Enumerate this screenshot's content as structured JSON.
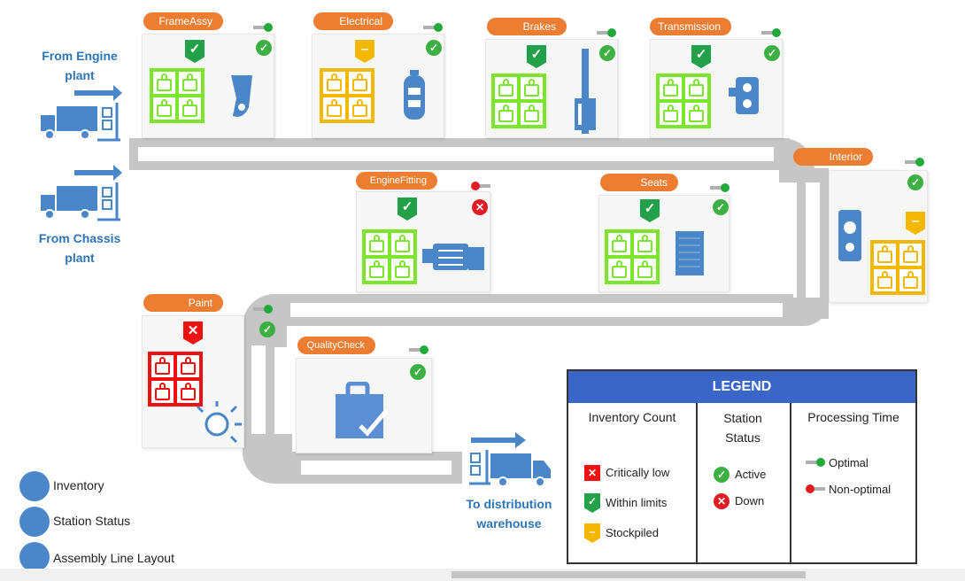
{
  "sources": {
    "engine": [
      "From Engine",
      "plant"
    ],
    "chassis": [
      "From Chassis",
      "plant"
    ],
    "destination": [
      "To distribution",
      "warehouse"
    ]
  },
  "stations": [
    {
      "id": "frameassy",
      "name": "FrameAssy",
      "inventory": "within-limits",
      "status": "active",
      "processing": "optimal",
      "icon": "frame-part-icon"
    },
    {
      "id": "electrical",
      "name": "Electrical",
      "inventory": "stockpiled",
      "status": "active",
      "processing": "optimal",
      "icon": "battery-icon"
    },
    {
      "id": "brakes",
      "name": "Brakes",
      "inventory": "within-limits",
      "status": "active",
      "processing": "optimal",
      "icon": "brake-part-icon"
    },
    {
      "id": "transmission",
      "name": "Transmission",
      "inventory": "within-limits",
      "status": "active",
      "processing": "optimal",
      "icon": "gearbox-icon"
    },
    {
      "id": "interior",
      "name": "Interior",
      "inventory": "stockpiled",
      "status": "active",
      "processing": "optimal",
      "icon": "steering-icon"
    },
    {
      "id": "enginefitting",
      "name": "EngineFitting",
      "inventory": "within-limits",
      "status": "down",
      "processing": "non-optimal",
      "icon": "engine-icon"
    },
    {
      "id": "seats",
      "name": "Seats",
      "inventory": "within-limits",
      "status": "active",
      "processing": "optimal",
      "icon": "seat-icon"
    },
    {
      "id": "paint",
      "name": "Paint",
      "inventory": "critically-low",
      "status": "active",
      "processing": "optimal",
      "icon": "paint-lamp-icon"
    },
    {
      "id": "qualitycheck",
      "name": "QualityCheck",
      "inventory": "none",
      "status": "active",
      "processing": "optimal",
      "icon": "quality-bag-icon"
    }
  ],
  "legend": {
    "title": "LEGEND",
    "inventory_header": "Inventory Count",
    "inventory_items": [
      "Critically low",
      "Within limits",
      "Stockpiled"
    ],
    "status_header": [
      "Station",
      "Status"
    ],
    "status_items": [
      "Active",
      "Down"
    ],
    "processing_header": "Processing Time",
    "processing_items": [
      "Optimal",
      "Non-optimal"
    ]
  },
  "layers": [
    "Inventory",
    "Station Status",
    "Assembly Line Layout"
  ],
  "colors": {
    "tag": "#ed7d31",
    "inventory_green": "#7ee52f",
    "inventory_amber": "#f5b800",
    "inventory_red": "#ee1111",
    "status_green": "#3cb043",
    "status_red": "#e31b23",
    "legend_header": "#3a67c7",
    "conveyor": "#c6c6c6",
    "icon_blue": "#4a86c8"
  }
}
